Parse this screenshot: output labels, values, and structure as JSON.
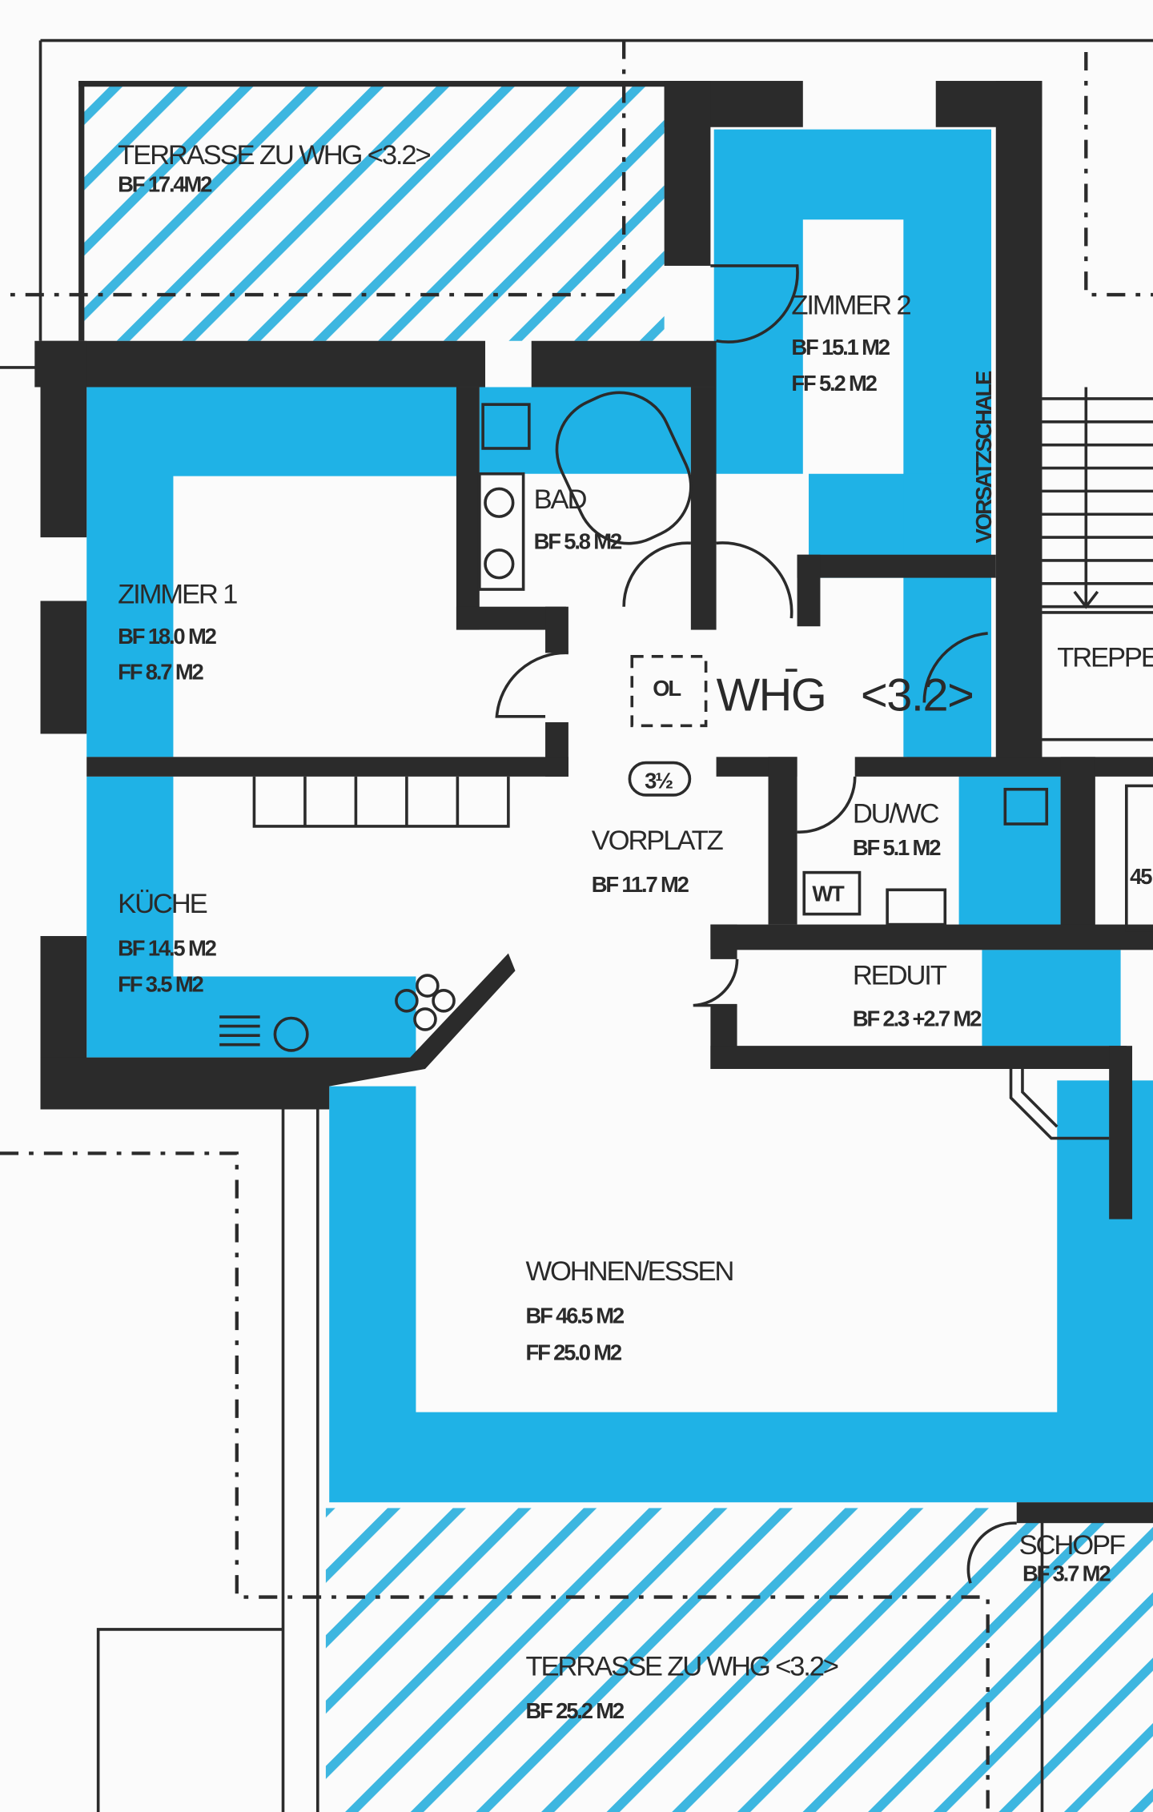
{
  "colors": {
    "room_fill": "#1fb2e6",
    "wall": "#2b2b2b",
    "hatch": "#3db6e0",
    "background": "#fbfbfb"
  },
  "apartment": {
    "label": "WHG",
    "number": "<3.2>",
    "rooms_count": "3½",
    "shaft": "OL"
  },
  "rooms": {
    "terrasse_top": {
      "name": "TERRASSE ZU WHG <3.2>",
      "bf": "BF 17.4M2"
    },
    "zimmer2": {
      "name": "ZIMMER 2",
      "bf": "BF 15.1 M2",
      "ff": "FF 5.2 M2"
    },
    "vorsatzschale": {
      "name": "VORSATZSCHALE"
    },
    "bad": {
      "name": "BAD",
      "bf": "BF 5.8 M2"
    },
    "zimmer1": {
      "name": "ZIMMER 1",
      "bf": "BF 18.0 M2",
      "ff": "FF 8.7 M2"
    },
    "treppe": {
      "name": "TREPPE"
    },
    "vorplatz": {
      "name": "VORPLATZ",
      "bf": "BF 11.7 M2"
    },
    "duwc": {
      "name": "DU/WC",
      "bf": "BF 5.1 M2",
      "wt": "WT"
    },
    "kueche": {
      "name": "KÜCHE",
      "bf": "BF 14.5 M2",
      "ff": "FF 3.5 M2"
    },
    "reduit": {
      "name": "REDUIT",
      "bf": "BF 2.3 +2.7 M2"
    },
    "wohnen": {
      "name": "WOHNEN/ESSEN",
      "bf": "BF 46.5 M2",
      "ff": "FF 25.0 M2"
    },
    "schopf": {
      "name": "SCHOPF",
      "bf": "BF 3.7 M2"
    },
    "terrasse_bottom": {
      "name": "TERRASSE ZU WHG <3.2>",
      "bf": "BF 25.2 M2"
    },
    "neighbor": {
      "partial": "45"
    }
  }
}
